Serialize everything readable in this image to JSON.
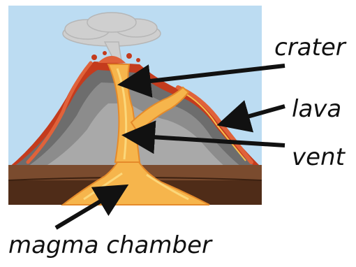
{
  "labels": {
    "crater": "crater",
    "lava": "lava",
    "vent": "vent",
    "magma_chamber": "magma chamber"
  },
  "colors": {
    "sky": "#bcdcf2",
    "smoke": "#cfcfcf",
    "rock_dark": "#6d6d6d",
    "rock_mid": "#8c8c8c",
    "rock_light": "#a9a9a9",
    "lava_outer": "#c43b1d",
    "lava_inner": "#f4a640",
    "magma": "#f6b54c",
    "magma_light": "#fbd77a",
    "ground_top": "#7a4b2e",
    "ground_bottom": "#4f2c18",
    "arrow": "#111111"
  }
}
